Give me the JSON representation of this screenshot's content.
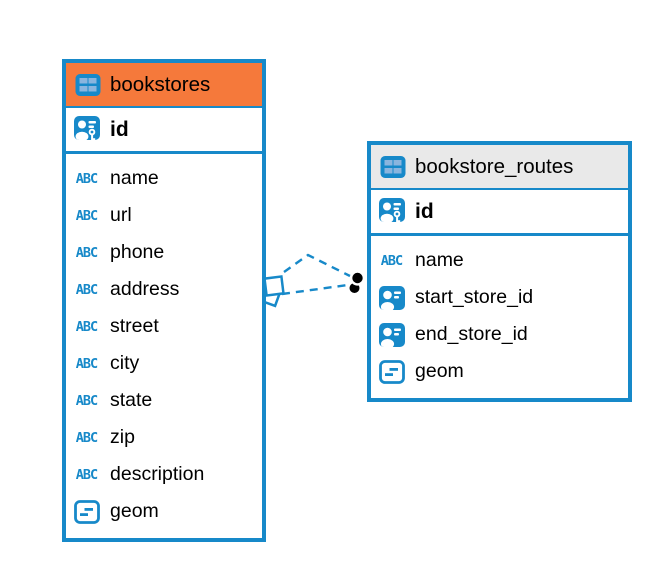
{
  "diagram": {
    "tables": [
      {
        "name": "bookstores",
        "header_color": "#f5793b",
        "primary_key": {
          "name": "id",
          "type": "primary-key"
        },
        "columns": [
          {
            "name": "name",
            "type": "text",
            "icon": "text-type-icon"
          },
          {
            "name": "url",
            "type": "text",
            "icon": "text-type-icon"
          },
          {
            "name": "phone",
            "type": "text",
            "icon": "text-type-icon"
          },
          {
            "name": "address",
            "type": "text",
            "icon": "text-type-icon"
          },
          {
            "name": "street",
            "type": "text",
            "icon": "text-type-icon"
          },
          {
            "name": "city",
            "type": "text",
            "icon": "text-type-icon"
          },
          {
            "name": "state",
            "type": "text",
            "icon": "text-type-icon"
          },
          {
            "name": "zip",
            "type": "text",
            "icon": "text-type-icon"
          },
          {
            "name": "description",
            "type": "text",
            "icon": "text-type-icon"
          },
          {
            "name": "geom",
            "type": "geometry",
            "icon": "geometry-type-icon"
          }
        ]
      },
      {
        "name": "bookstore_routes",
        "header_color": "#e9e9e9",
        "primary_key": {
          "name": "id",
          "type": "primary-key"
        },
        "columns": [
          {
            "name": "name",
            "type": "text",
            "icon": "text-type-icon"
          },
          {
            "name": "start_store_id",
            "type": "reference",
            "icon": "reference-key-icon"
          },
          {
            "name": "end_store_id",
            "type": "reference",
            "icon": "reference-key-icon"
          },
          {
            "name": "geom",
            "type": "geometry",
            "icon": "geometry-type-icon"
          }
        ]
      }
    ],
    "relationships": [
      {
        "from": "bookstores",
        "to": "bookstore_routes",
        "style": "dashed",
        "from_marker": "square",
        "to_marker": "dot"
      },
      {
        "from": "bookstores",
        "to": "bookstore_routes",
        "style": "dashed",
        "from_marker": "square",
        "to_marker": "dot"
      }
    ]
  },
  "icons": {
    "text_type_glyph": "ABC"
  },
  "colors": {
    "accent_blue": "#1789c9",
    "icon_cell_blue": "#8ab5de",
    "header_orange": "#f5793b",
    "header_gray": "#e9e9e9",
    "marker_black": "#000000",
    "text": "#000000",
    "canvas": "#ffffff"
  }
}
